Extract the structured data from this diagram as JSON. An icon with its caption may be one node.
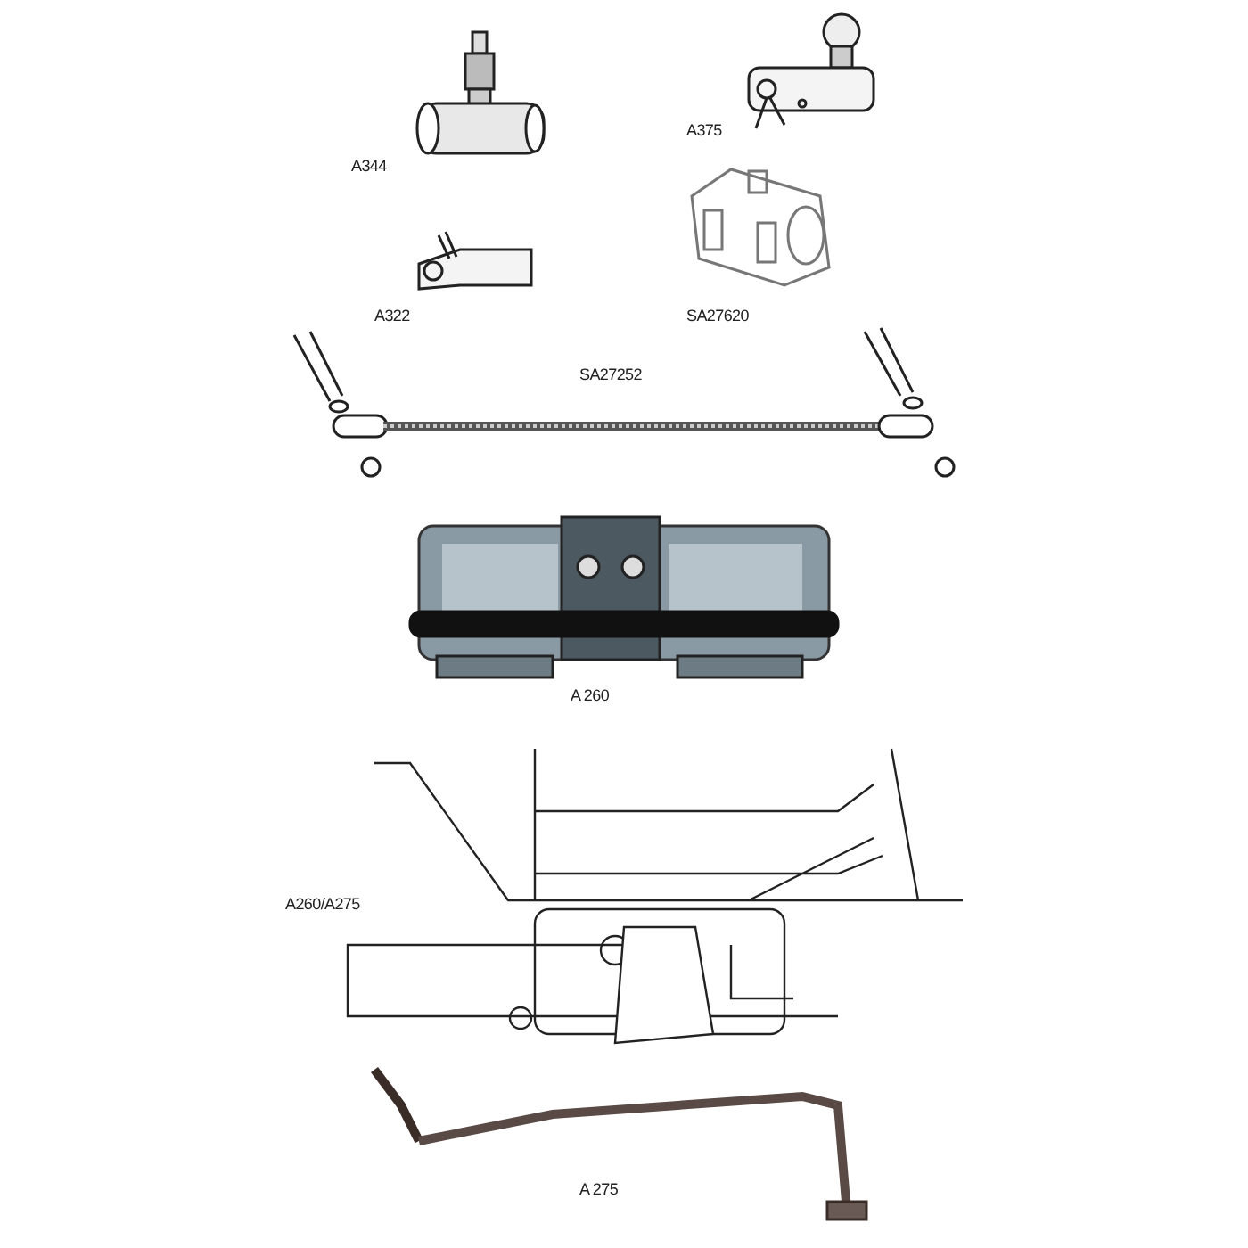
{
  "diagram": {
    "labels": [
      "A344",
      "A375",
      "A322",
      "SA27620",
      "SA27252",
      "A 260",
      "A260/A275",
      "A 275"
    ]
  }
}
